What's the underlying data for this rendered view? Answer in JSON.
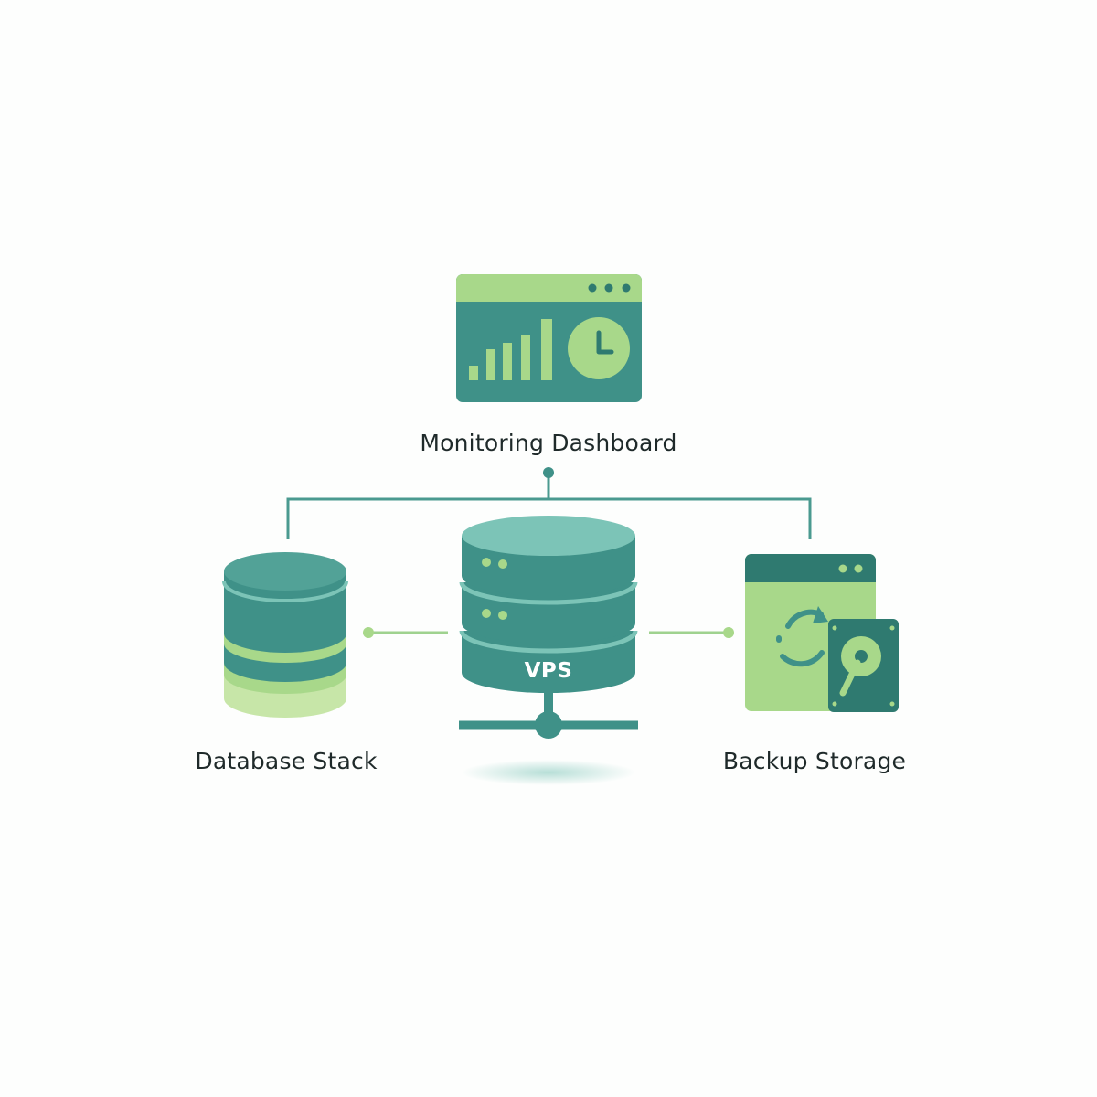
{
  "nodes": {
    "monitoring": {
      "label": "Monitoring Dashboard",
      "icon": "monitoring-dashboard-icon"
    },
    "database": {
      "label": "Database Stack",
      "icon": "database-stack-icon"
    },
    "vps": {
      "label": "VPS",
      "icon": "vps-server-icon"
    },
    "backup": {
      "label": "Backup Storage",
      "icon": "backup-storage-icon"
    }
  },
  "colors": {
    "teal": "#3f9188",
    "teal_light": "#7cc4b7",
    "teal_dark": "#2f7a70",
    "green_light": "#a8d88a",
    "green_pale": "#c7e6a8",
    "background": "#fdfefd"
  }
}
